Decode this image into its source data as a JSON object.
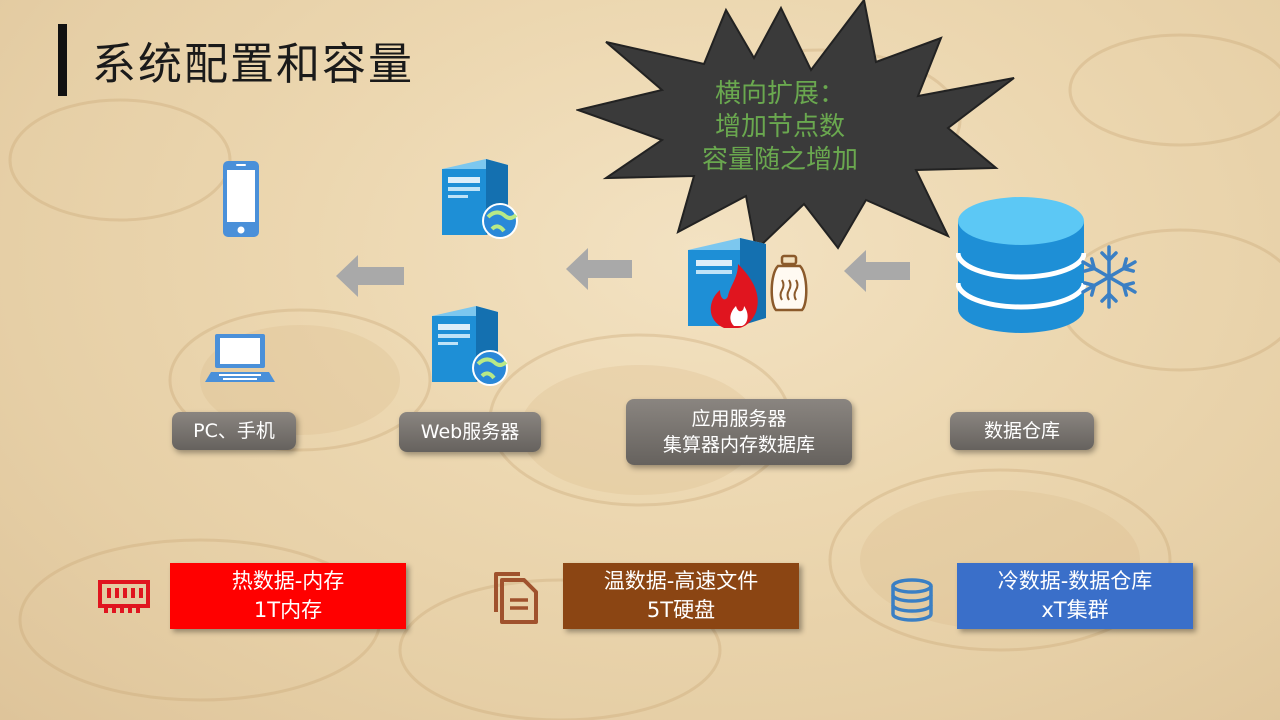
{
  "slide": {
    "title": "系统配置和容量"
  },
  "callout": {
    "lines": [
      "横向扩展：",
      "增加节点数",
      "容量随之增加"
    ],
    "text_color": "#6aa84f"
  },
  "nodes": {
    "client": {
      "label": "PC、手机"
    },
    "web": {
      "label": "Web服务器"
    },
    "app": {
      "line1": "应用服务器",
      "line2": "集算器内存数据库"
    },
    "warehouse": {
      "label": "数据仓库"
    }
  },
  "tiers": [
    {
      "line1": "热数据-内存",
      "line2": "1T内存",
      "color": "#ff0000",
      "icon": "memory-icon"
    },
    {
      "line1": "温数据-高速文件",
      "line2": "5T硬盘",
      "color": "#8b4513",
      "icon": "document-icon"
    },
    {
      "line1": "冷数据-数据仓库",
      "line2": "xT集群",
      "color": "#3a6fc9",
      "icon": "database-icon"
    }
  ],
  "colors": {
    "accent_blue": "#1e8fd6",
    "arrow_gray": "#a9a9a9",
    "hot_red": "#e0151f",
    "warm_brown": "#a0522d",
    "cold_blue": "#3a7fc4"
  }
}
